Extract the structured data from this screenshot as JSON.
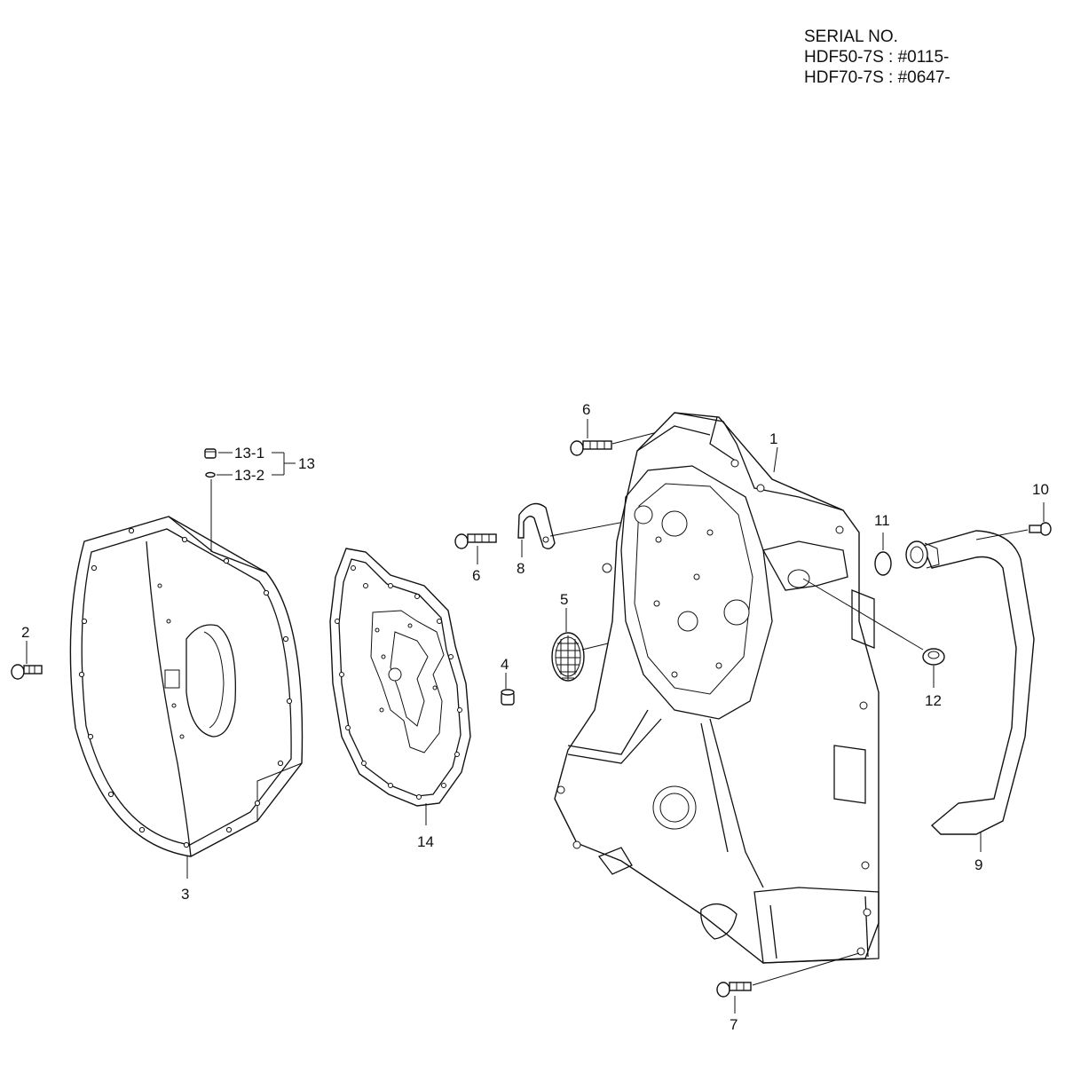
{
  "serial": {
    "heading": "SERIAL NO.",
    "lines": [
      "HDF50-7S : #0115-",
      "HDF70-7S : #0647-"
    ]
  },
  "callouts": {
    "c1": "1",
    "c2": "2",
    "c3": "3",
    "c4": "4",
    "c5": "5",
    "c6a": "6",
    "c6b": "6",
    "c7": "7",
    "c8": "8",
    "c9": "9",
    "c10": "10",
    "c11": "11",
    "c12": "12",
    "c13": "13",
    "c13_1": "13-1",
    "c13_2": "13-2",
    "c14": "14"
  }
}
